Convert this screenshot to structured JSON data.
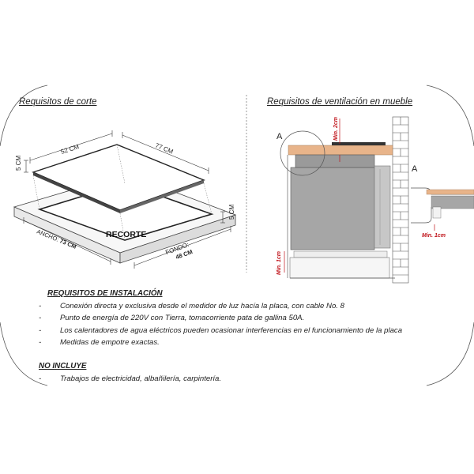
{
  "corte": {
    "title": "Requisitos de corte",
    "dim_52": "52 CM",
    "dim_77": "77 CM",
    "dim_5_left": "5 CM",
    "dim_5_right": "5 CM",
    "ancho_label": "ANCHO:",
    "ancho_value": "73 CM",
    "fondo_label": "FONDO:",
    "fondo_value": "48 CM",
    "recorte": "RECORTE"
  },
  "ventilacion": {
    "title": "Requisitos de ventilación en mueble",
    "label_a_main": "A",
    "label_a_detail": "A",
    "min_2cm": "Min. 2cm",
    "min_1cm_vertical": "Min. 1cm",
    "min_1cm_detail": "Min. 1cm"
  },
  "instalacion": {
    "heading": "REQUISITOS DE INSTALACIÓN",
    "items": [
      "Conexión directa y exclusiva desde el medidor de luz hacía la placa, con cable No. 8",
      "Punto de energía de 220V con Tierra, tomacorriente pata de gallina 50A.",
      "Los calentadores de agua eléctricos pueden ocasionar interferencias en el funcionamiento de la placa",
      "Medidas de empotre exactas."
    ]
  },
  "no_incluye": {
    "heading": "NO INCLUYE",
    "items": [
      "Trabajos  de electricidad,  albañilería, carpintería."
    ]
  },
  "colors": {
    "accent_red": "#c0141b",
    "wood": "#e8b48a",
    "oven_gray": "#a6a6a6"
  }
}
